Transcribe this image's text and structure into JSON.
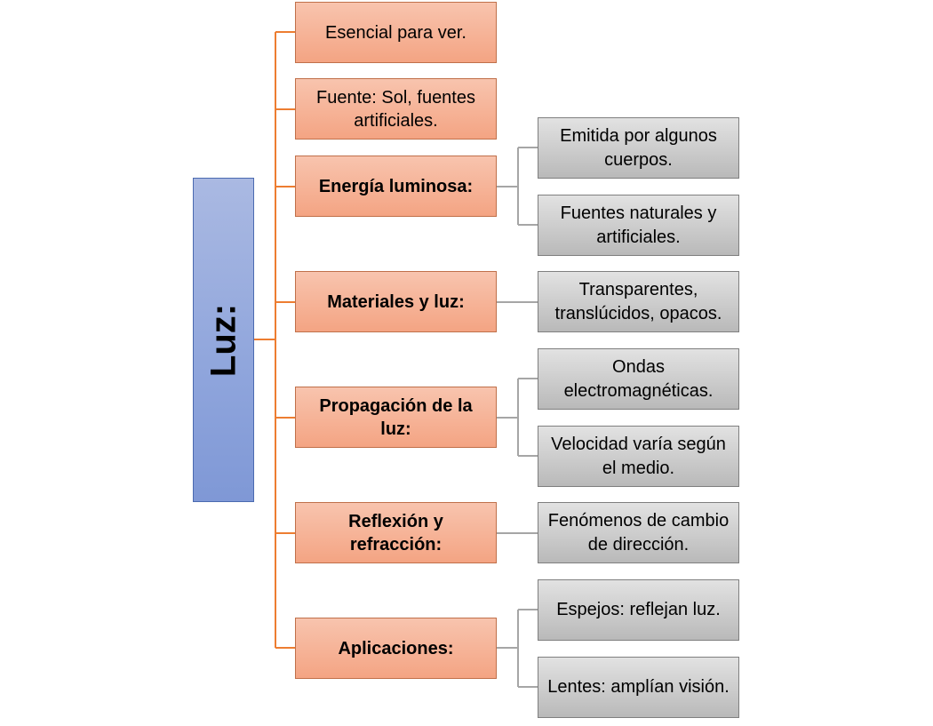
{
  "root": {
    "label": "Luz:"
  },
  "branches": [
    {
      "label": "Esencial para ver.",
      "children": []
    },
    {
      "label": "Fuente: Sol, fuentes artificiales.",
      "children": []
    },
    {
      "label": "Energía luminosa:",
      "children": [
        "Emitida por algunos cuerpos.",
        "Fuentes naturales y artificiales."
      ]
    },
    {
      "label": "Materiales y luz:",
      "children": [
        "Transparentes, translúcidos, opacos."
      ]
    },
    {
      "label": "Propagación de la luz:",
      "children": [
        "Ondas electromagnéticas.",
        "Velocidad varía según el medio."
      ]
    },
    {
      "label": "Reflexión y refracción:",
      "children": [
        "Fenómenos de cambio de dirección."
      ]
    },
    {
      "label": "Aplicaciones:",
      "children": [
        "Espejos: reflejan luz.",
        "Lentes: amplían visión."
      ]
    }
  ],
  "colors": {
    "root_fill": "#8fa5dc",
    "branch_fill": "#f4a483",
    "leaf_fill": "#c8c8c8",
    "branch_connector": "#ed7d31",
    "leaf_connector": "#a6a6a6"
  }
}
